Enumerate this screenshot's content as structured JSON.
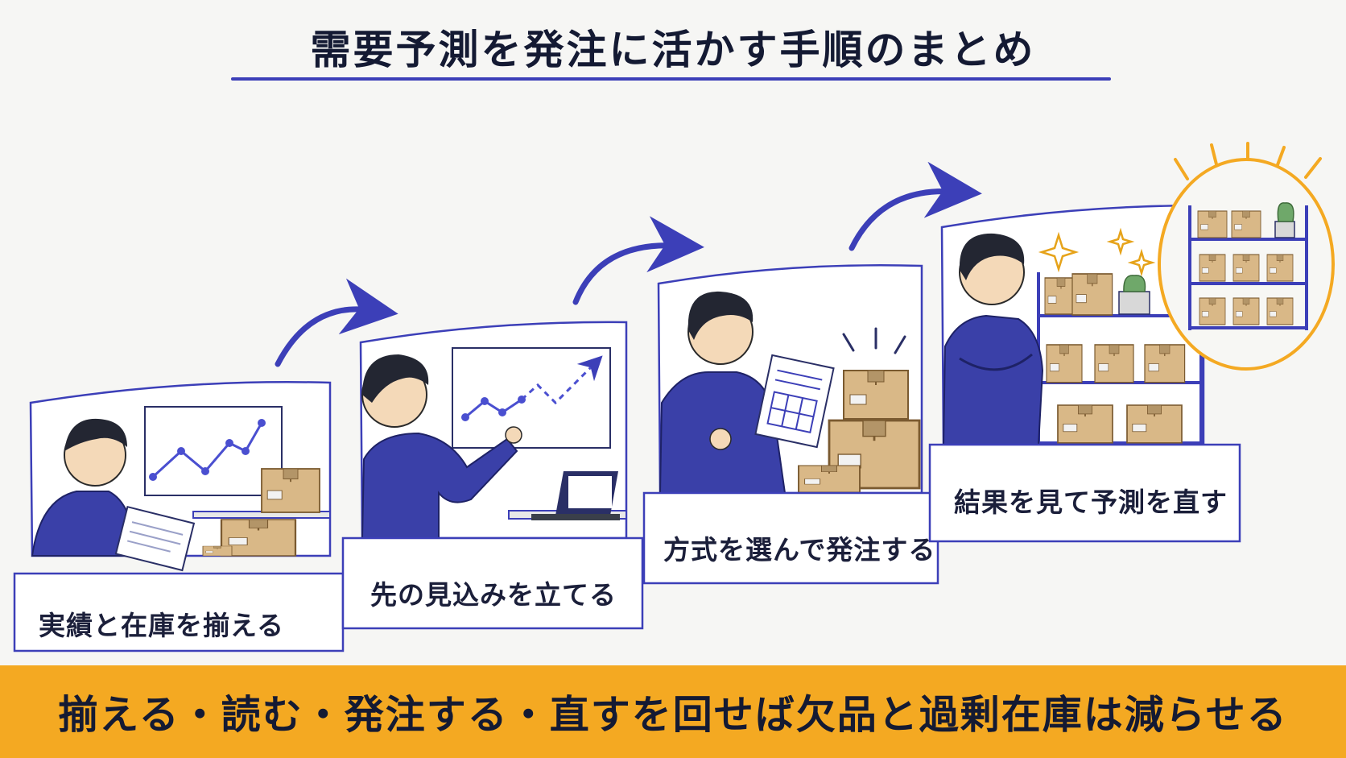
{
  "title": "需要予測を発注に活かす手順のまとめ",
  "steps": [
    {
      "label": "実績と在庫を揃える"
    },
    {
      "label": "先の見込みを立てる"
    },
    {
      "label": "方式を選んで発注する"
    },
    {
      "label": "結果を見て予測を直す"
    }
  ],
  "banner": "揃える・読む・発注する・直すを回せば欠品と過剰在庫は減らせる",
  "colors": {
    "navy": "#3c3fb8",
    "uniform": "#3a40a8",
    "box": "#d9b887",
    "accent": "#f4a922",
    "text": "#141a33"
  }
}
